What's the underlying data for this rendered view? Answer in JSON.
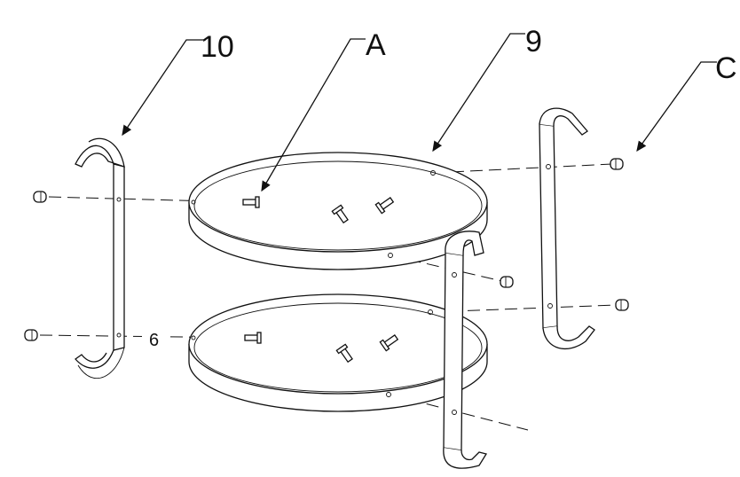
{
  "labels": {
    "bracket_side": "10",
    "screw": "A",
    "ring": "9",
    "cap_nut": "C",
    "hole": "6"
  },
  "colors": {
    "line": "#111111",
    "background": "#ffffff"
  }
}
